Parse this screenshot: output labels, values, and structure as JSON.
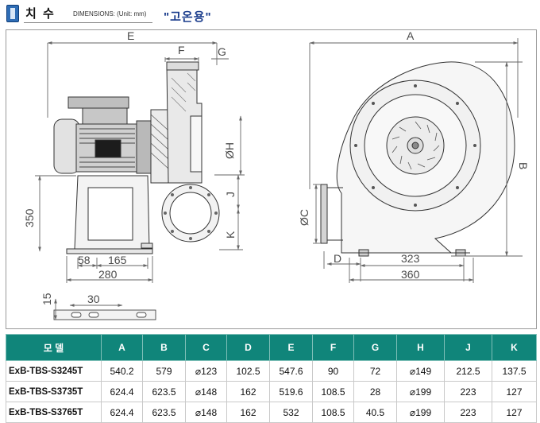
{
  "header": {
    "title": "치 수",
    "subtitle": "DIMENSIONS: (Unit: mm)",
    "tag": "\"고온용\""
  },
  "drawing": {
    "labels": {
      "E": "E",
      "F": "F",
      "G": "G",
      "A": "A",
      "B": "B",
      "H": "ØH",
      "J": "J",
      "K": "K",
      "C": "ØC",
      "D": "D",
      "h350": "350",
      "w58": "58",
      "w165": "165",
      "w280": "280",
      "w323": "323",
      "w360": "360",
      "h15": "15",
      "w30": "30"
    }
  },
  "table": {
    "headers": [
      "모 델",
      "A",
      "B",
      "C",
      "D",
      "E",
      "F",
      "G",
      "H",
      "J",
      "K"
    ],
    "rows": [
      [
        "ExB-TBS-S3245T",
        "540.2",
        "579",
        "⌀123",
        "102.5",
        "547.6",
        "90",
        "72",
        "⌀149",
        "212.5",
        "137.5"
      ],
      [
        "ExB-TBS-S3735T",
        "624.4",
        "623.5",
        "⌀148",
        "162",
        "519.6",
        "108.5",
        "28",
        "⌀199",
        "223",
        "127"
      ],
      [
        "ExB-TBS-S3765T",
        "624.4",
        "623.5",
        "⌀148",
        "162",
        "532",
        "108.5",
        "40.5",
        "⌀199",
        "223",
        "127"
      ]
    ]
  }
}
